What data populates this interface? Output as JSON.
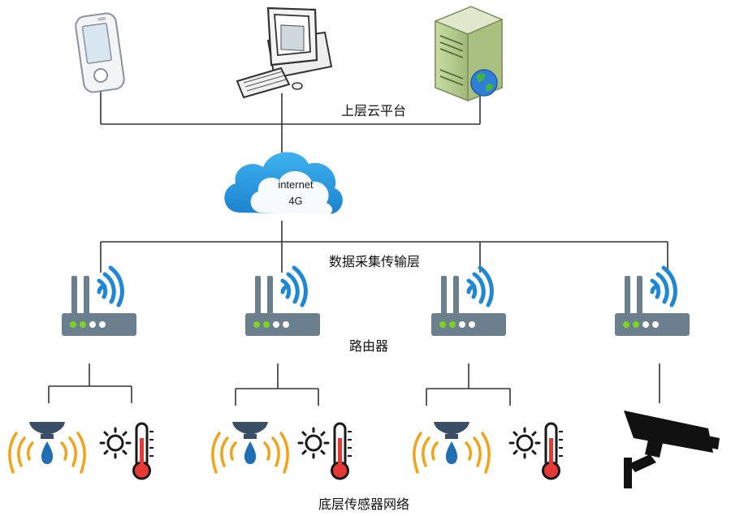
{
  "labels": {
    "cloud_platform": "上层云平台",
    "transport_layer": "数据采集传输层",
    "router": "路由器",
    "sensor_network": "底层传感器网络"
  },
  "cloud": {
    "line1": "internet",
    "line2": "4G"
  },
  "devices": {
    "top": [
      "pda-icon",
      "desktop-computer-icon",
      "web-server-icon"
    ],
    "routers": 4,
    "bottom": [
      "water-sensor-icon",
      "temperature-sensor-icon",
      "security-camera-icon"
    ]
  },
  "colors": {
    "line": "#333333",
    "router_body": "#6c7f8e",
    "led_green": "#7ed321",
    "wifi_blue": "#1e88d6",
    "cloud_blue": "#2a9ae0",
    "sensor_navy": "#3a4e66",
    "wave_orange": "#f3a317",
    "drop_blue": "#1f6fb5",
    "thermo_red": "#e53935",
    "server_green": "#b8cf8e"
  }
}
